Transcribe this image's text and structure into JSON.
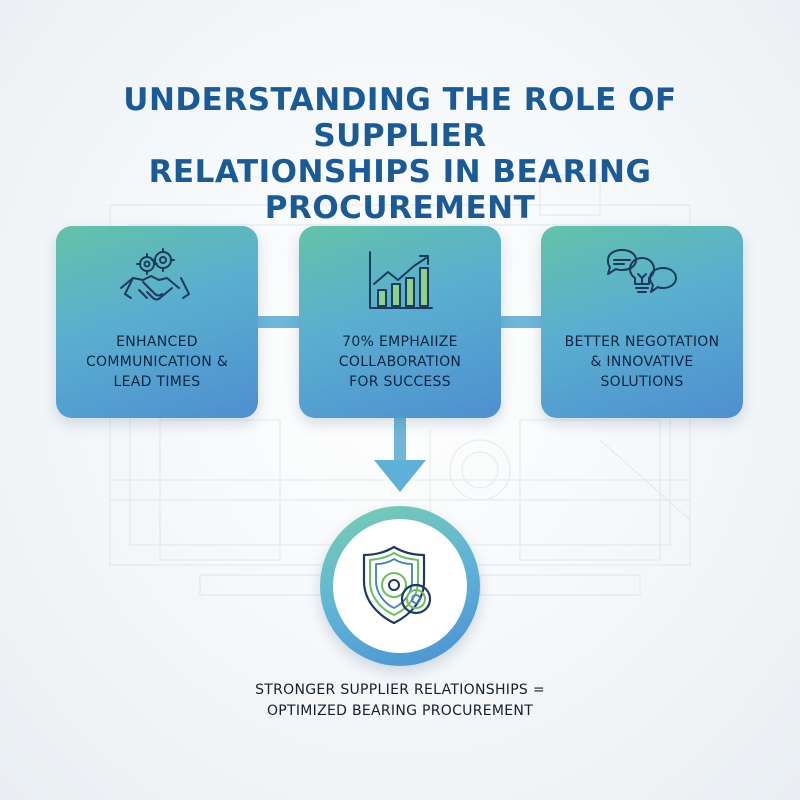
{
  "title": {
    "line1": "UNDERSTANDING THE ROLE OF SUPPLIER",
    "line2": "RELATIONSHIPS IN BEARING",
    "line3": "PROCUREMENT"
  },
  "cards": [
    {
      "icon": "handshake-gears-icon",
      "lines": [
        "ENHANCED",
        "COMMUNICATION &",
        "LEAD TIMES"
      ]
    },
    {
      "icon": "bar-chart-growth-icon",
      "lines": [
        "70% EMPHAIIZE",
        "COLLABORATION",
        "FOR SUCCESS"
      ]
    },
    {
      "icon": "chat-bubbles-lightbulb-icon",
      "lines": [
        "BETTER NEGOTATION",
        "& INNOVATIVE",
        "SOLUTIONS"
      ]
    }
  ],
  "outcome": {
    "icon": "shield-gears-icon"
  },
  "footer": {
    "line1": "STRONGER SUPPLIER RELATIONSHIPS =",
    "line2": "OPTIMIZED BEARING PROCUREMENT"
  },
  "colors": {
    "title": "#1a5a96",
    "card_gradient_start": "#62c3a8",
    "card_gradient_end": "#4d8fd0",
    "connector": "#6fb6d8",
    "icon_dark": "#1d3b5c",
    "icon_green": "#6cbf5a"
  }
}
